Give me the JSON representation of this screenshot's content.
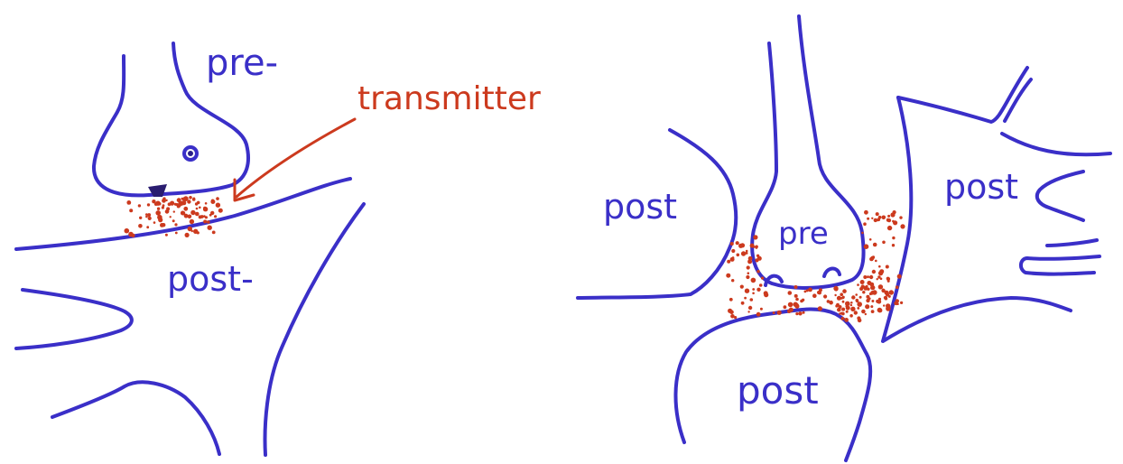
{
  "colors": {
    "membrane": "#3a2fc8",
    "transmitter": "#cc3a1e",
    "background": "#ffffff"
  },
  "left_panel": {
    "pre_label": "pre-",
    "post_label": "post-",
    "transmitter_label": "transmitter"
  },
  "right_panel": {
    "pre_label": "pre",
    "post_left_label": "post",
    "post_right_label": "post",
    "post_bottom_label": "post"
  }
}
